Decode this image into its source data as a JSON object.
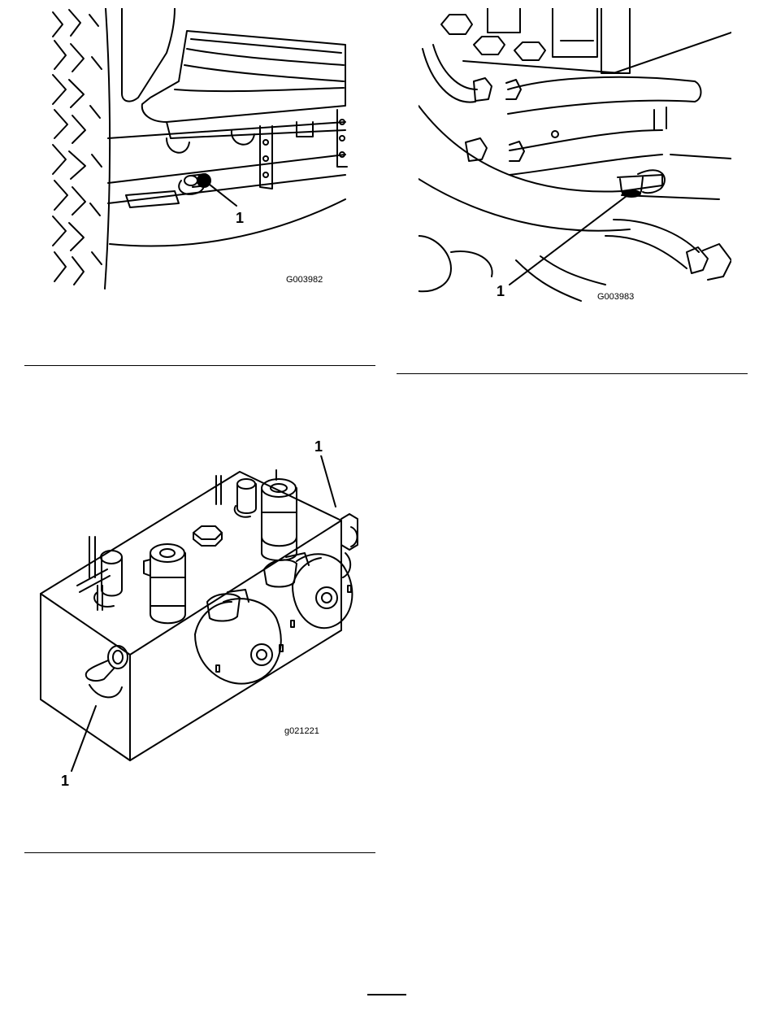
{
  "figures": [
    {
      "callouts": [
        "1"
      ],
      "code": "G003982"
    },
    {
      "callouts": [
        "1"
      ],
      "code": "G003983"
    },
    {
      "callouts": [
        "1",
        "1"
      ],
      "code": "g021221"
    }
  ]
}
